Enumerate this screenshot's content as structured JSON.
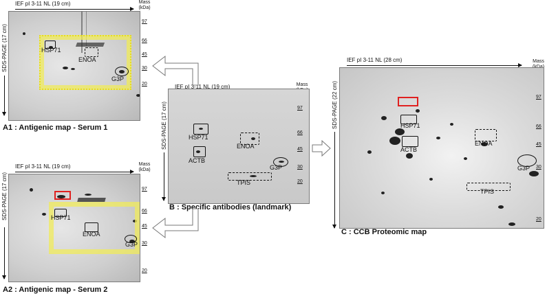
{
  "panel_a1": {
    "ief_label": "IEF pI 3-11 NL (19 cm)",
    "sds_label": "SDS-PAGE (17 cm)",
    "mass_label": "Mass\n(kDa)",
    "ticks": [
      "97",
      "66",
      "45",
      "30",
      "20"
    ],
    "spots": {
      "hsp71": "HSP71",
      "enoa": "ENOA",
      "g3p": "G3P"
    },
    "caption": "A1 : Antigenic map -  Serum 1"
  },
  "panel_a2": {
    "ief_label": "IEF pI 3-11 NL (19 cm)",
    "sds_label": "SDS-PAGE (17 cm)",
    "mass_label": "Mass\n(kDa)",
    "ticks": [
      "97",
      "66",
      "45",
      "30",
      "20"
    ],
    "spots": {
      "hsp71": "HSP71",
      "enoa": "ENOA",
      "g3p": "G3P"
    },
    "caption": "A2 :  Antigenic map -  Serum 2"
  },
  "panel_b": {
    "ief_label": "IEF pI 3-11 NL (19 cm)",
    "sds_label": "SDS-PAGE (17 cm)",
    "mass_label": "Mass\n(kDa)",
    "ticks": [
      "97",
      "66",
      "45",
      "30",
      "20"
    ],
    "spots": {
      "hsp71": "HSP71",
      "actb": "ACTB",
      "enoa": "ENOA",
      "g3p": "G3P",
      "tpis": "TPIS"
    },
    "caption": "B : Specific antibodies (landmark)"
  },
  "panel_c": {
    "ief_label": "IEF pI 3-11 NL (28 cm)",
    "sds_label": "SDS-PAGE (22 cm)",
    "mass_label": "Mass\n(kDa)",
    "ticks": [
      "97",
      "66",
      "45",
      "30",
      "20"
    ],
    "spots": {
      "hsp71": "HSP71",
      "actb": "ACTB",
      "enoa": "ENOA",
      "g3p": "G3P",
      "tpis": "TPIS"
    },
    "caption": "C : CCB Proteomic map"
  },
  "colors": {
    "highlight_yellow": "#f0eb5a",
    "marker_red": "#e0201f",
    "gel_gray": "#cfcfcf"
  }
}
